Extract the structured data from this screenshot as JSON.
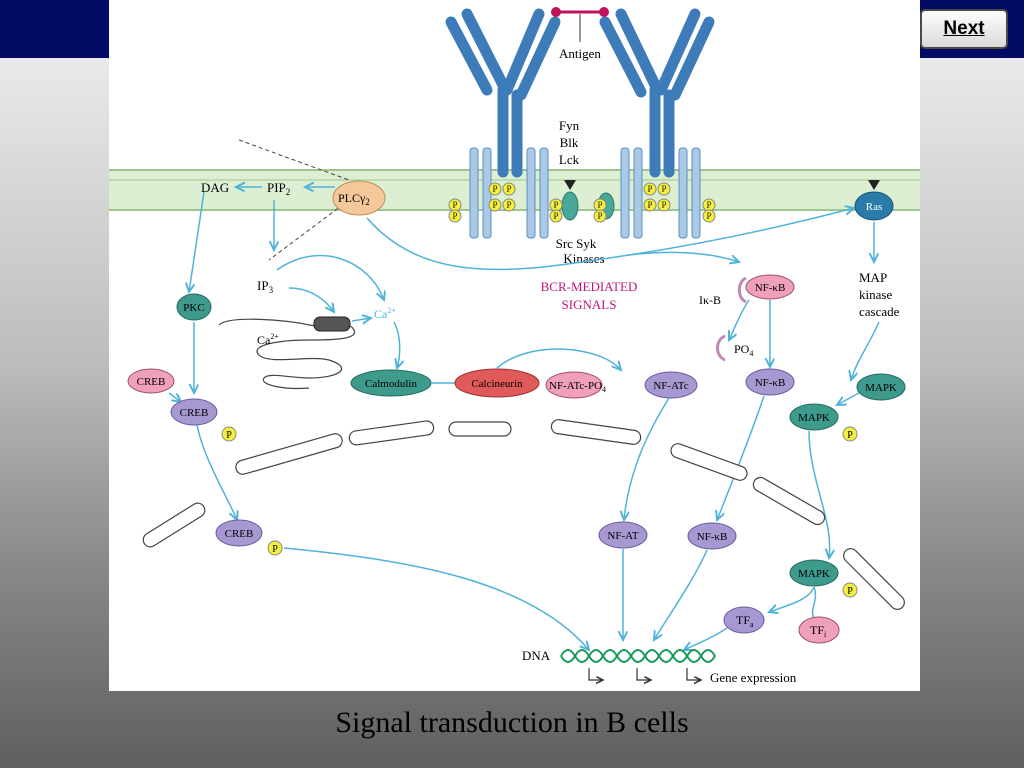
{
  "nav": {
    "next_label": "Next"
  },
  "caption": "Signal transduction in B cells",
  "diagram": {
    "antigen": "Antigen",
    "kinases_top": [
      "Fyn",
      "Blk",
      "Lck"
    ],
    "src_syk": "Src  Syk",
    "kinases_label": "Kinases",
    "bcr_signals": [
      "BCR-MEDIATED",
      "SIGNALS"
    ],
    "dag": "DAG",
    "pip2": "PIP",
    "pip2_sub": "2",
    "plc": "PLCγ",
    "plc_sub": "2",
    "ip3": "IP",
    "ip3_sub": "3",
    "pkc": "PKC",
    "ca_er": "Ca",
    "ca_cyto": "Ca",
    "ca_sup": "2+",
    "creb": "CREB",
    "p": "P",
    "calmodulin": "Calmodulin",
    "calcineurin": "Calcineurin",
    "nfatc_po4": "NF-ATc",
    "po4_label": "-PO",
    "po4_sub": "4",
    "nfatc": "NF-ATc",
    "nfat": "NF-AT",
    "nfkb": "NF-κB",
    "ikb": "Iκ-B",
    "po4": "PO",
    "ras": "Ras",
    "map_kinase": [
      "MAP",
      "kinase",
      "cascade"
    ],
    "mapk": "MAPK",
    "tfa": "TF",
    "tfa_sub": "a",
    "tfi": "TF",
    "tfi_sub": "i",
    "dna": "DNA",
    "gene_expression": "Gene expression"
  }
}
